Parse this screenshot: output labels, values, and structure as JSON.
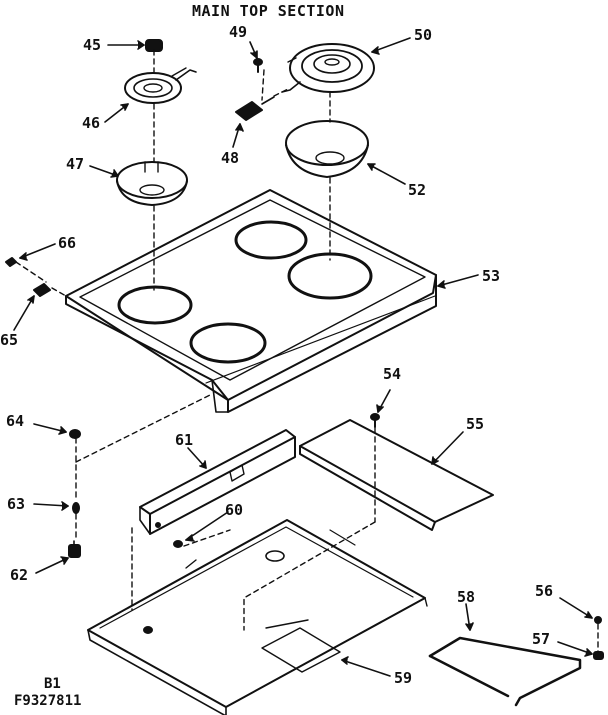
{
  "diagram": {
    "title": "MAIN TOP SECTION",
    "sheet": "B1",
    "code": "F9327811",
    "parts": [
      "45",
      "46",
      "47",
      "48",
      "49",
      "50",
      "52",
      "53",
      "54",
      "55",
      "56",
      "57",
      "58",
      "59",
      "60",
      "61",
      "62",
      "63",
      "64",
      "65",
      "66"
    ]
  }
}
